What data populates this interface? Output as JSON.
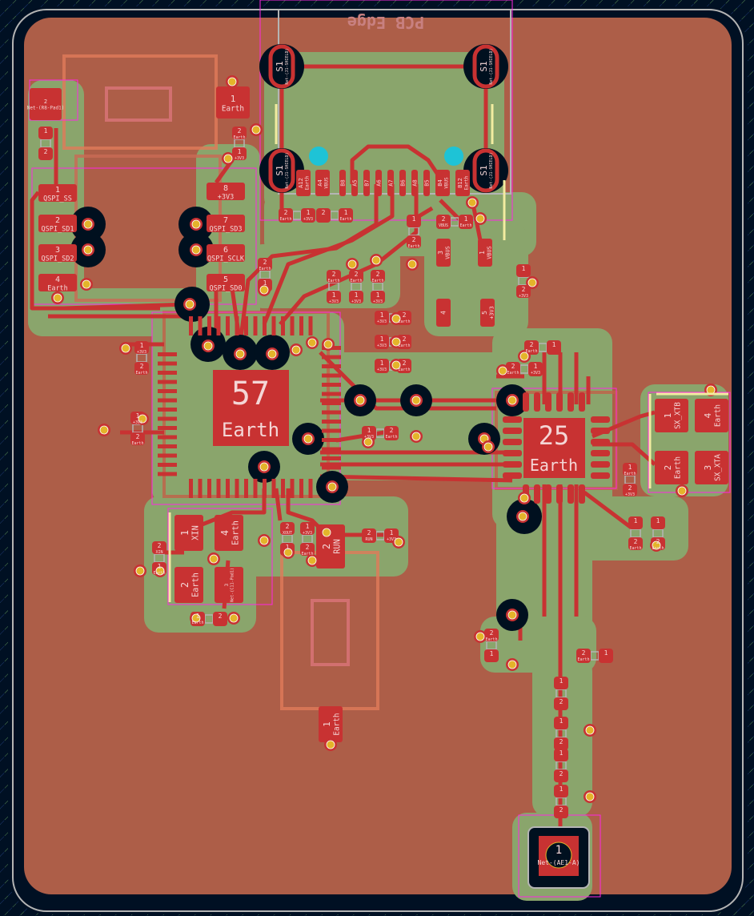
{
  "view": {
    "edge_text": "PCB Edge"
  },
  "colors": {
    "background": "#001023",
    "copper_fill": "#ad5e48",
    "zone": "#8aa56c",
    "pad": "#c83232",
    "via": "#e4b42a",
    "through_hole": "#00101f",
    "npth": "#1ec3d6",
    "silkscreen": "#f2eca0",
    "courtyard": "#ff26e2",
    "edge_cut": "#b4b4b4"
  },
  "usb": {
    "shield_pads": [
      {
        "number": "S1",
        "net": "Net-(J1-SHIELD)"
      },
      {
        "number": "S1",
        "net": "Net-(J1-SHIELD)"
      },
      {
        "number": "S1",
        "net": "Net-(J1-SHIELD)"
      },
      {
        "number": "S1",
        "net": "Net-(J1-SHIELD)"
      }
    ],
    "pins": [
      {
        "number": "A12",
        "net": "Earth"
      },
      {
        "number": "A4",
        "net": "VBUS"
      },
      {
        "number": "B8",
        "net": ""
      },
      {
        "number": "A5",
        "net": ""
      },
      {
        "number": "B7",
        "net": ""
      },
      {
        "number": "A6",
        "net": ""
      },
      {
        "number": "A7",
        "net": ""
      },
      {
        "number": "B6",
        "net": ""
      },
      {
        "number": "A8",
        "net": ""
      },
      {
        "number": "B5",
        "net": ""
      },
      {
        "number": "B4",
        "net": "VBUS"
      },
      {
        "number": "B12",
        "net": "Earth"
      }
    ]
  },
  "flash": {
    "pads": [
      {
        "number": "1",
        "net": "QSPI_SS"
      },
      {
        "number": "2",
        "net": "QSPI_SD1"
      },
      {
        "number": "3",
        "net": "QSPI_SD2"
      },
      {
        "number": "4",
        "net": "Earth"
      },
      {
        "number": "8",
        "net": "+3V3"
      },
      {
        "number": "7",
        "net": "QSPI_SD3"
      },
      {
        "number": "6",
        "net": "QSPI_SCLK"
      },
      {
        "number": "5",
        "net": "QSPI_SD0"
      }
    ]
  },
  "button_top": {
    "pads": [
      {
        "number": "2",
        "net": "Net-(R8-Pad1)"
      },
      {
        "number": "1",
        "net": "Earth"
      }
    ]
  },
  "button_bottom": {
    "pads": [
      {
        "number": "2",
        "net": "RUN"
      },
      {
        "number": "1",
        "net": "Earth"
      }
    ]
  },
  "mcu": {
    "pad_number": "57",
    "pad_net": "Earth"
  },
  "radio": {
    "pad_number": "25",
    "pad_net": "Earth"
  },
  "crystal_main": {
    "pads": [
      {
        "number": "1",
        "net": "XIN"
      },
      {
        "number": "4",
        "net": "Earth"
      },
      {
        "number": "2",
        "net": "Earth"
      },
      {
        "number": "3",
        "net": "Net-(C11-Pad1)"
      }
    ]
  },
  "crystal_radio": {
    "pads": [
      {
        "number": "1",
        "net": "SX_XTB"
      },
      {
        "number": "4",
        "net": "Earth"
      },
      {
        "number": "2",
        "net": "Earth"
      },
      {
        "number": "3",
        "net": "SX_XTA"
      }
    ]
  },
  "regulator": {
    "pads": [
      {
        "number": "3",
        "net": "VBUS"
      },
      {
        "number": "1",
        "net": "VBUS"
      },
      {
        "number": "4",
        "net": ""
      },
      {
        "number": "5",
        "net": "+3V3"
      }
    ]
  },
  "passives": [
    {
      "a": {
        "number": "2",
        "net": "Earth"
      },
      "b": {
        "number": "1",
        "net": "+3V3"
      }
    },
    {
      "a": {
        "number": "1",
        "net": ""
      },
      "b": {
        "number": "2",
        "net": ""
      }
    },
    {
      "a": {
        "number": "1",
        "net": "+3V3"
      },
      "b": {
        "number": "2",
        "net": "Earth"
      }
    },
    {
      "a": {
        "number": "1",
        "net": "+3V3"
      },
      "b": {
        "number": "2",
        "net": "Earth"
      }
    },
    {
      "a": {
        "number": "1",
        "net": "+3V3"
      },
      "b": {
        "number": "2",
        "net": "Earth"
      }
    },
    {
      "a": {
        "number": "1",
        "net": "+3V3"
      },
      "b": {
        "number": "2",
        "net": "Earth"
      }
    },
    {
      "a": {
        "number": "1",
        "net": "+3V3"
      },
      "b": {
        "number": "2",
        "net": "Earth"
      }
    },
    {
      "a": {
        "number": "1",
        "net": "+3V3"
      },
      "b": {
        "number": "2",
        "net": "Earth"
      }
    },
    {
      "a": {
        "number": "2",
        "net": "XOUT"
      },
      "b": {
        "number": "1",
        "net": ""
      }
    },
    {
      "a": {
        "number": "1",
        "net": "+3V3"
      },
      "b": {
        "number": "2",
        "net": "Earth"
      }
    },
    {
      "a": {
        "number": "2",
        "net": "RUN"
      },
      "b": {
        "number": "1",
        "net": "+3V3"
      }
    },
    {
      "a": {
        "number": "2",
        "net": "XIN"
      },
      "b": {
        "number": "1",
        "net": "Earth"
      }
    },
    {
      "a": {
        "number": "1",
        "net": "Earth"
      },
      "b": {
        "number": "2",
        "net": ""
      }
    },
    {
      "a": {
        "number": "1",
        "net": "Earth"
      },
      "b": {
        "number": "2",
        "net": "+3V3"
      }
    },
    {
      "a": {
        "number": "1",
        "net": ""
      },
      "b": {
        "number": "2",
        "net": "Earth"
      }
    },
    {
      "a": {
        "number": "1",
        "net": ""
      },
      "b": {
        "number": "2",
        "net": "Earth"
      }
    },
    {
      "a": {
        "number": "2",
        "net": "Earth"
      },
      "b": {
        "number": "1",
        "net": "+3V3"
      }
    },
    {
      "a": {
        "number": "2",
        "net": "Earth"
      },
      "b": {
        "number": "1",
        "net": ""
      }
    },
    {
      "a": {
        "number": "2",
        "net": "Earth"
      },
      "b": {
        "number": "1",
        "net": "+3V3"
      }
    },
    {
      "a": {
        "number": "2",
        "net": "Earth"
      },
      "b": {
        "number": "1",
        "net": "+3V3"
      }
    },
    {
      "a": {
        "number": "2",
        "net": "Earth"
      },
      "b": {
        "number": "1",
        "net": "+3V3"
      }
    },
    {
      "a": {
        "number": "2",
        "net": "Earth"
      },
      "b": {
        "number": "1",
        "net": "+3V3"
      }
    },
    {
      "a": {
        "number": "1",
        "net": ""
      },
      "b": {
        "number": "2",
        "net": "+3V3"
      }
    },
    {
      "a": {
        "number": "2",
        "net": ""
      },
      "b": {
        "number": "1",
        "net": "Earth"
      }
    },
    {
      "a": {
        "number": "2",
        "net": "Earth"
      },
      "b": {
        "number": "1",
        "net": ""
      }
    },
    {
      "a": {
        "number": "1",
        "net": ""
      },
      "b": {
        "number": "2",
        "net": "Earth"
      }
    },
    {
      "a": {
        "number": "2",
        "net": "VBUS"
      },
      "b": {
        "number": "1",
        "net": "Earth"
      }
    },
    {
      "a": {
        "number": "1",
        "net": ""
      },
      "b": {
        "number": "2",
        "net": ""
      }
    },
    {
      "a": {
        "number": "1",
        "net": ""
      },
      "b": {
        "number": "2",
        "net": ""
      }
    },
    {
      "a": {
        "number": "1",
        "net": ""
      },
      "b": {
        "number": "2",
        "net": ""
      }
    },
    {
      "a": {
        "number": "1",
        "net": ""
      },
      "b": {
        "number": "2",
        "net": ""
      }
    },
    {
      "a": {
        "number": "2",
        "net": "Earth"
      },
      "b": {
        "number": "1",
        "net": ""
      }
    },
    {
      "a": {
        "number": "2",
        "net": "Earth"
      },
      "b": {
        "number": "1",
        "net": ""
      }
    }
  ],
  "antenna": {
    "number": "1",
    "net": "Net-(AE1-A)"
  }
}
